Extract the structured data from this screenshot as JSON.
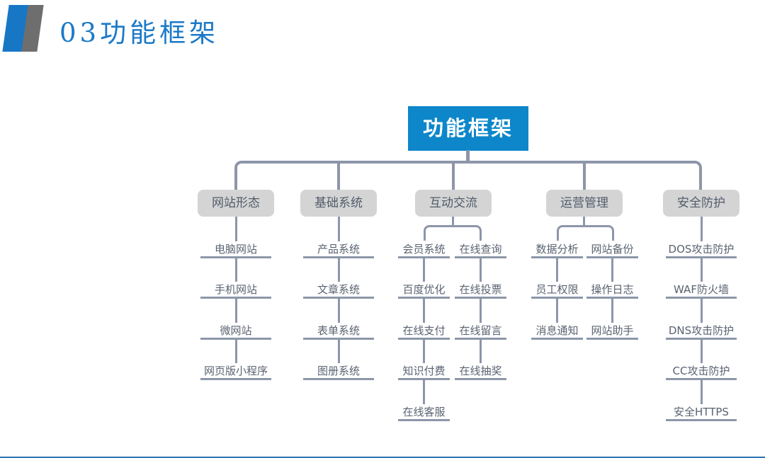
{
  "slide": {
    "title": "03功能框架",
    "colors": {
      "title_blue": "#1b79c8",
      "accent_gray": "#6e6e6e",
      "root_blue": "#0d87ca",
      "line_gray": "#8d96a9",
      "box_bg": "#d4d4d4",
      "box_text": "#515c6b",
      "leaf_text": "#5a6371",
      "footer_blue": "#2e74b5"
    }
  },
  "diagram": {
    "root_label": "功能框架",
    "branches": [
      {
        "label": "网站形态",
        "columns": [
          [
            "电脑网站",
            "手机网站",
            "微网站",
            "网页版小程序"
          ]
        ]
      },
      {
        "label": "基础系统",
        "columns": [
          [
            "产品系统",
            "文章系统",
            "表单系统",
            "图册系统"
          ]
        ]
      },
      {
        "label": "互动交流",
        "columns": [
          [
            "会员系统",
            "百度优化",
            "在线支付",
            "知识付费",
            "在线客服"
          ],
          [
            "在线查询",
            "在线投票",
            "在线留言",
            "在线抽奖"
          ]
        ]
      },
      {
        "label": "运营管理",
        "columns": [
          [
            "数据分析",
            "员工权限",
            "消息通知"
          ],
          [
            "网站备份",
            "操作日志",
            "网站助手"
          ]
        ]
      },
      {
        "label": "安全防护",
        "columns": [
          [
            "DOS攻击防护",
            "WAF防火墙",
            "DNS攻击防护",
            "CC攻击防护",
            "安全HTTPS"
          ]
        ]
      }
    ]
  }
}
